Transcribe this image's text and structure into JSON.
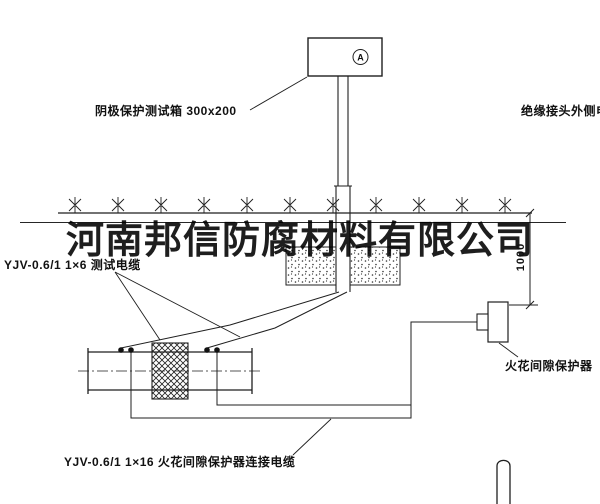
{
  "colors": {
    "line": "#1f1f1f",
    "background": "#ffffff"
  },
  "watermark": {
    "text": "河南邦信防腐材料有限公司"
  },
  "test_box": {
    "label": "阴极保护测试箱 300x200",
    "meter_symbol": "A"
  },
  "labels": {
    "insulated_joint_cable": "绝缘接头外侧电缆",
    "test_cable": "YJV-0.6/1 1×6  测试电缆",
    "connection_cable": "YJV-0.6/1 1×16  火花间隙保护器连接电缆",
    "spark_gap_protector": "火花间隙保护器"
  },
  "dimension": {
    "height": "1000"
  }
}
